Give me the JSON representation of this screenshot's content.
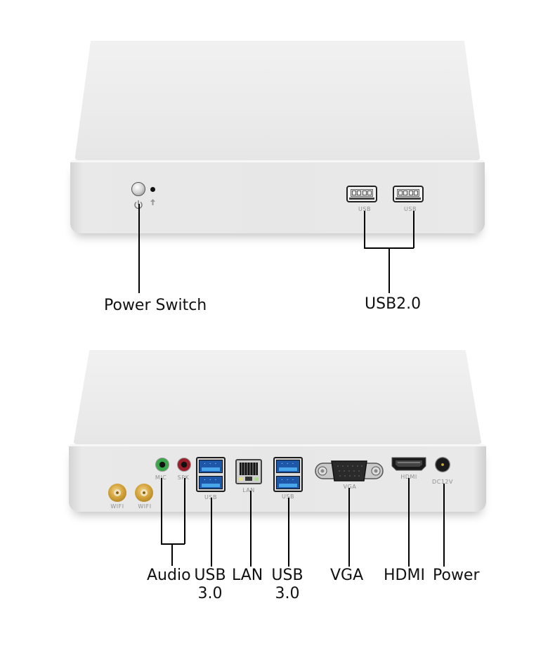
{
  "top_device": {
    "view": "front",
    "ports": [
      {
        "type": "power-button",
        "icon": "power-icon"
      },
      {
        "type": "led",
        "icon": "power-led-icon"
      },
      {
        "type": "usb2",
        "label": "USB"
      },
      {
        "type": "usb2",
        "label": "USB"
      }
    ]
  },
  "bottom_device": {
    "view": "rear",
    "ports": {
      "wifi_1": "WIFI",
      "wifi_2": "WIFI",
      "mic": "MIC",
      "spk": "SPK",
      "usb_a": "USB",
      "lan": "LAN",
      "usb_b": "USB",
      "vga": "VGA",
      "hdmi": "HDMI",
      "dc": "DC12V"
    }
  },
  "callouts": {
    "power_switch": "Power Switch",
    "usb20": "USB2.0",
    "audio": "Audio",
    "usb30_a_line1": "USB",
    "usb30_a_line2": "3.0",
    "lan": "LAN",
    "usb30_b_line1": "USB",
    "usb30_b_line2": "3.0",
    "vga": "VGA",
    "hdmi": "HDMI",
    "power": "Power"
  },
  "colors": {
    "mic_jack": "#3aa84a",
    "spk_jack": "#9a1f2a",
    "usb3_blue": "#1f57a8",
    "antenna_gold": "#d4a43c",
    "chassis": "#e8e8e8"
  }
}
